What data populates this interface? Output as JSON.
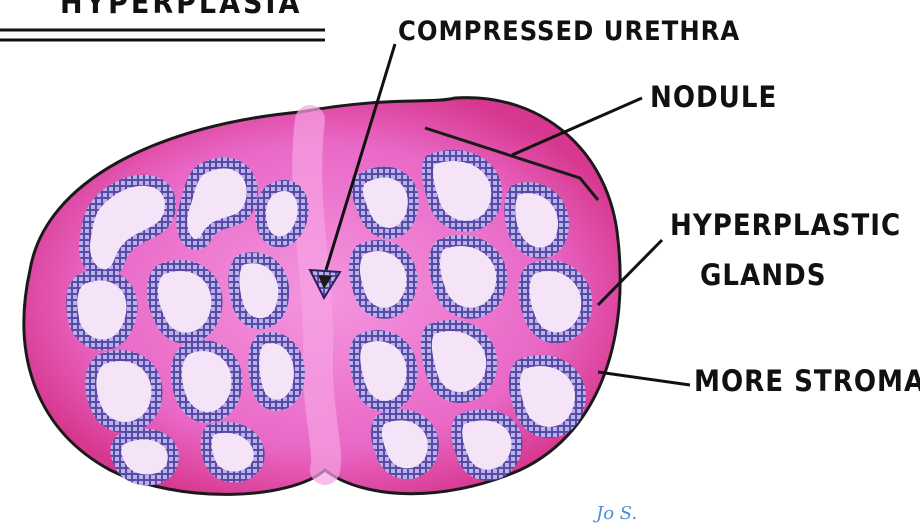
{
  "title": "HYPERPLASIA",
  "labels": {
    "compressed_urethra": "COMPRESSED URETHRA",
    "nodule": "NODULE",
    "hyperplastic_glands_line1": "HYPERPLASTIC",
    "hyperplastic_glands_line2": "GLANDS",
    "more_stroma": "MORE STROMA"
  },
  "colors": {
    "stroma_outer": "#d9378f",
    "stroma_inner": "#f07fd8",
    "gland_epithelium": "#5a4aa8",
    "gland_lumen": "#f5e4f7",
    "outline": "#1a1a1a",
    "signature": "#4a8fd6"
  },
  "signature_text": "Jo S."
}
